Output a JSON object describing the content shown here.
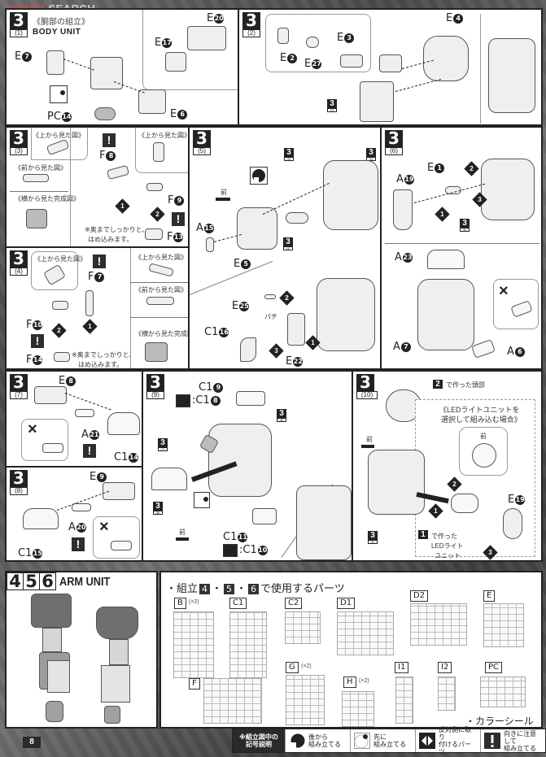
{
  "watermark": {
    "brand_icon": "hobby-search-logo-icon",
    "text_hobby": "HOBBY",
    "text_search": "SEARCH"
  },
  "page_number": "8",
  "step3": {
    "number": "3",
    "sub1": {
      "sub": "(1)",
      "title_jp": "《胴部の組立》",
      "title_en": "BODY UNIT",
      "labels": [
        "E7",
        "E17",
        "E20",
        "E6",
        "PC14"
      ],
      "label_nums": {
        "E7": "7",
        "E17": "17",
        "E20": "20",
        "E6": "6",
        "PC14": "14"
      }
    },
    "sub2": {
      "sub": "(2)",
      "labels": [
        "E2",
        "E27",
        "E3",
        "E4"
      ],
      "ref": {
        "num": "3",
        "sub": "(1)"
      }
    },
    "sub3": {
      "sub": "(3)",
      "views": [
        "《上から見た図》",
        "《前から見た図》",
        "《横から見た完成図》",
        "《上から見た図》"
      ],
      "labels": [
        "F8",
        "F9",
        "F13"
      ],
      "note_line1": "※奥までしっかりと、",
      "note_line2": "はめ込みます。",
      "steps": [
        "1",
        "2"
      ]
    },
    "sub4": {
      "sub": "(4)",
      "views": [
        "《上から見た図》",
        "《上から見た図》",
        "《前から見た図》",
        "《横から見た完成図》"
      ],
      "labels": [
        "F7",
        "F10",
        "F14"
      ],
      "note_line1": "※奥までしっかりと、",
      "note_line2": "はめ込みます。",
      "steps": [
        "2",
        "1"
      ]
    },
    "sub5": {
      "sub": "(5)",
      "front_label": "前",
      "labels": [
        "A15",
        "E5",
        "E25",
        "C1 16",
        "E22"
      ],
      "hint": "パチ",
      "refs": [
        {
          "num": "3",
          "sub": "(3)"
        },
        {
          "num": "3",
          "sub": "(2)"
        },
        {
          "num": "3",
          "sub": "(4)"
        }
      ],
      "steps": [
        "2",
        "1",
        "3"
      ]
    },
    "sub6": {
      "sub": "(6)",
      "labels": [
        "E1",
        "A19",
        "A23",
        "A7",
        "A6"
      ],
      "ref": {
        "num": "3",
        "sub": "(5)"
      },
      "steps": [
        "2",
        "3",
        "1"
      ],
      "wrong_mark": "×"
    },
    "sub7": {
      "sub": "(7)",
      "labels": [
        "E8",
        "A21",
        "C1 14"
      ],
      "wrong_mark": "×"
    },
    "sub8": {
      "sub": "(8)",
      "labels": [
        "E9",
        "A20",
        "C1 15"
      ],
      "wrong_mark": "×"
    },
    "sub9": {
      "sub": "(9)",
      "labels": [
        "C1 9",
        ":C1 8",
        "C1 11",
        ":C1 10"
      ],
      "front_label": "前",
      "refs": [
        {
          "num": "3",
          "sub": "(6)"
        },
        {
          "num": "3",
          "sub": "(7)"
        },
        {
          "num": "3",
          "sub": "(8)"
        }
      ]
    },
    "sub10": {
      "sub": "(10)",
      "head_note": "で作った頭部",
      "head_ref": "2",
      "front_label": "前",
      "led_option_line1": "《LEDライトユニットを",
      "led_option_line2": "選択して組み込む場合》",
      "led_unit_ref": "1",
      "led_unit_line1": "で作った",
      "led_unit_line2": "LEDライト",
      "led_unit_line3": "ユニット",
      "labels": [
        "E19"
      ],
      "ref": {
        "num": "3",
        "sub": "(9)"
      },
      "steps": [
        "2",
        "1",
        "3"
      ]
    }
  },
  "arm_unit": {
    "step_numbers": [
      "4",
      "5",
      "6"
    ],
    "title": "ARM UNIT",
    "parts_heading_prefix": "・組立",
    "parts_heading_suffix": "で使用するパーツ",
    "runners": [
      {
        "label": "B",
        "count": "(×2)"
      },
      {
        "label": "C1",
        "count": ""
      },
      {
        "label": "C2",
        "count": ""
      },
      {
        "label": "D1",
        "count": ""
      },
      {
        "label": "D2",
        "count": ""
      },
      {
        "label": "E",
        "count": ""
      },
      {
        "label": "F",
        "count": ""
      },
      {
        "label": "G",
        "count": "(×2)"
      },
      {
        "label": "H",
        "count": "(×2)"
      },
      {
        "label": "I1",
        "count": ""
      },
      {
        "label": "I2",
        "count": ""
      },
      {
        "label": "PC",
        "count": ""
      }
    ],
    "color_seal": "・カラーシール"
  },
  "legend": {
    "heading_line1": "※組立図中の",
    "heading_line2": "記号説明",
    "items": [
      {
        "icon": "assemble-later-icon",
        "line1": "後から",
        "line2": "組み立てる"
      },
      {
        "icon": "assemble-first-icon",
        "line1": "先に",
        "line2": "組み立てる"
      },
      {
        "icon": "opposite-side-icon",
        "line1": "反対側に取り",
        "line2": "付けるパーツ"
      },
      {
        "icon": "caution-icon",
        "line1": "向きに注意して",
        "line2": "組み立てる"
      }
    ]
  }
}
